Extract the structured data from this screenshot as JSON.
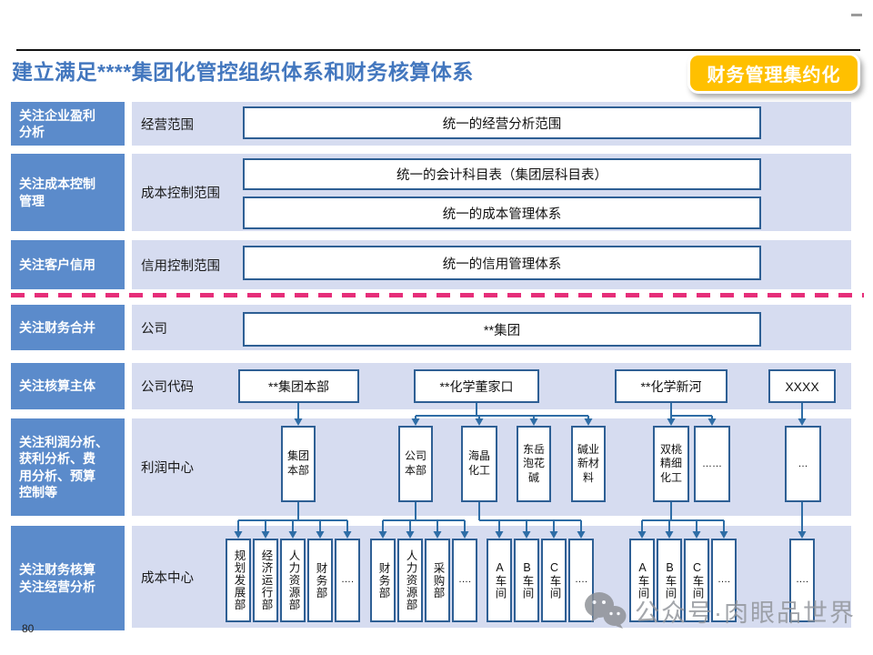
{
  "slide": {
    "title": "建立满足****集团化管控组织体系和财务核算体系",
    "badge": "财务管理集约化",
    "page_number": "80",
    "watermark_text": "公众号·肉眼品世界"
  },
  "colors": {
    "title_blue": "#4377BE",
    "focus_box_blue": "#5B8BCB",
    "band_lavender": "#D6DCF0",
    "box_border_blue": "#2E5F94",
    "connector_blue": "#2E6DA6",
    "badge_gold": "#FFC000",
    "divider_pink": "#E62E79"
  },
  "rows": [
    {
      "focus": "关注企业盈利\n分析",
      "label": "经营范围",
      "boxes": [
        "统一的经营分析范围"
      ]
    },
    {
      "focus": "关注成本控制\n管理",
      "label": "成本控制范围",
      "boxes": [
        "统一的会计科目表（集团层科目表）",
        "统一的成本管理体系"
      ]
    },
    {
      "focus": "关注客户信用",
      "label": "信用控制范围",
      "boxes": [
        "统一的信用管理体系"
      ]
    },
    {
      "focus": "关注财务合并",
      "label": "公司",
      "boxes": [
        "**集团"
      ]
    },
    {
      "focus": "关注核算主体",
      "label": "公司代码"
    },
    {
      "focus": "关注利润分析、\n获利分析、费\n用分析、预算\n控制等",
      "label": "利润中心"
    },
    {
      "focus": "关注财务核算\n关注经营分析",
      "label": "成本中心"
    }
  ],
  "org": {
    "company_codes": [
      "**集团本部",
      "**化学董家口",
      "**化学新河",
      "XXXX"
    ],
    "profit_centers": [
      "集团\n本部",
      "公司\n本部",
      "海晶\n化工",
      "东岳\n泡花\n碱",
      "碱业\n新材\n料",
      "双桃\n精细\n化工",
      "……",
      "…"
    ],
    "cost_center_groups": [
      [
        "规划发展部",
        "经济运行部",
        "人力资源部",
        "财务部",
        "…."
      ],
      [
        "财务部",
        "人力资源部",
        "采购部",
        "…."
      ],
      [
        "A车间",
        "B车间",
        "C车间",
        "…."
      ],
      [
        "A车间",
        "B车间",
        "C车间",
        "…."
      ],
      [
        "…."
      ]
    ]
  }
}
